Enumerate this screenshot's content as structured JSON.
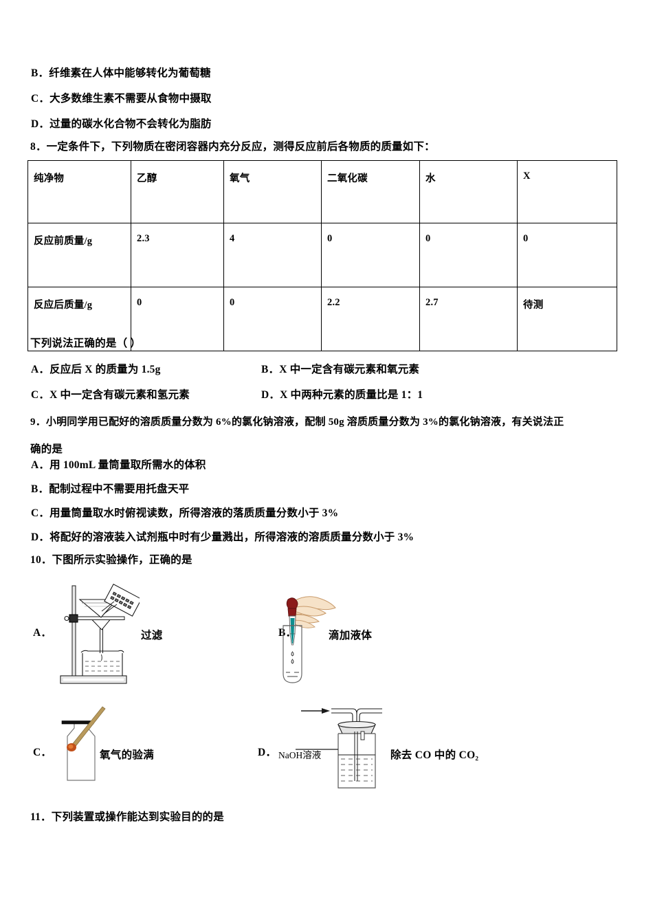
{
  "question7_options": [
    {
      "letter": "B．",
      "text": "纤维素在人体中能够转化为葡萄糖"
    },
    {
      "letter": "C．",
      "text": "大多数维生素不需要从食物中摄取"
    },
    {
      "letter": "D．",
      "text": "过量的碳水化合物不会转化为脂肪"
    }
  ],
  "question8": {
    "number": "8．",
    "stem": "一定条件下，下列物质在密闭容器内充分反应，测得反应前后各物质的质量如下：",
    "table": {
      "header": [
        "纯净物",
        "乙醇",
        "氧气",
        "二氧化碳",
        "水",
        "X"
      ],
      "rows": [
        {
          "label": "反应前质量/g",
          "cells": [
            "2.3",
            "4",
            "0",
            "0",
            "0"
          ]
        },
        {
          "label": "反应后质量/g",
          "cells": [
            "0",
            "0",
            "2.2",
            "2.7",
            "待测"
          ]
        }
      ]
    },
    "prompt": "下列说法正确的是（ ）",
    "options": [
      {
        "letter": "A．",
        "text": "反应后 X 的质量为 1.5g"
      },
      {
        "letter": "B．",
        "text": "X 中一定含有碳元素和氧元素"
      },
      {
        "letter": "C．",
        "text": "X 中一定含有碳元素和氢元素"
      },
      {
        "letter": "D．",
        "text": "X 中两种元素的质量比是 1：1"
      }
    ]
  },
  "question9": {
    "number": "9．",
    "stem_line1": "小明同学用已配好的溶质质量分数为 6%的氯化钠溶液，配制 50g 溶质质量分数为 3%的氯化钠溶液，有关说法正",
    "stem_line2": "确的是",
    "options": [
      {
        "letter": "A．",
        "text": "用 100mL 量筒量取所需水的体积"
      },
      {
        "letter": "B．",
        "text": "配制过程中不需要用托盘天平"
      },
      {
        "letter": "C．",
        "text": "用量筒量取水时俯视读数，所得溶液的落质质量分数小于 3%"
      },
      {
        "letter": "D．",
        "text": "将配好的溶液装入试剂瓶中时有少量溅出，所得溶液的溶质质量分数小于 3%"
      }
    ]
  },
  "question10": {
    "number": "10．",
    "stem": "下图所示实验操作，正确的是",
    "options": [
      {
        "letter": "A．",
        "caption": "过滤",
        "figure": "filtration-apparatus"
      },
      {
        "letter": "B．",
        "caption": "滴加液体",
        "figure": "dropper-test-tube"
      },
      {
        "letter": "C．",
        "caption": "氧气的验满",
        "figure": "oxygen-fullness-test"
      },
      {
        "letter": "D．",
        "caption": "除去 CO 中的 CO₂",
        "figure": "gas-washing-bottle",
        "inner_label": "NaOH溶液"
      }
    ]
  },
  "question11": {
    "number": "11．",
    "stem": "下列装置或操作能达到实验目的的是"
  },
  "colors": {
    "ink": "#000000",
    "dropper_bulb": "#8b1a1a",
    "dropper_liquid": "#0d8f8f",
    "skin": "#f6e2c8",
    "skin_outline": "#c89a6a",
    "splint": "#b99a5c",
    "ember": "#c1501a",
    "glass": "#555555"
  }
}
